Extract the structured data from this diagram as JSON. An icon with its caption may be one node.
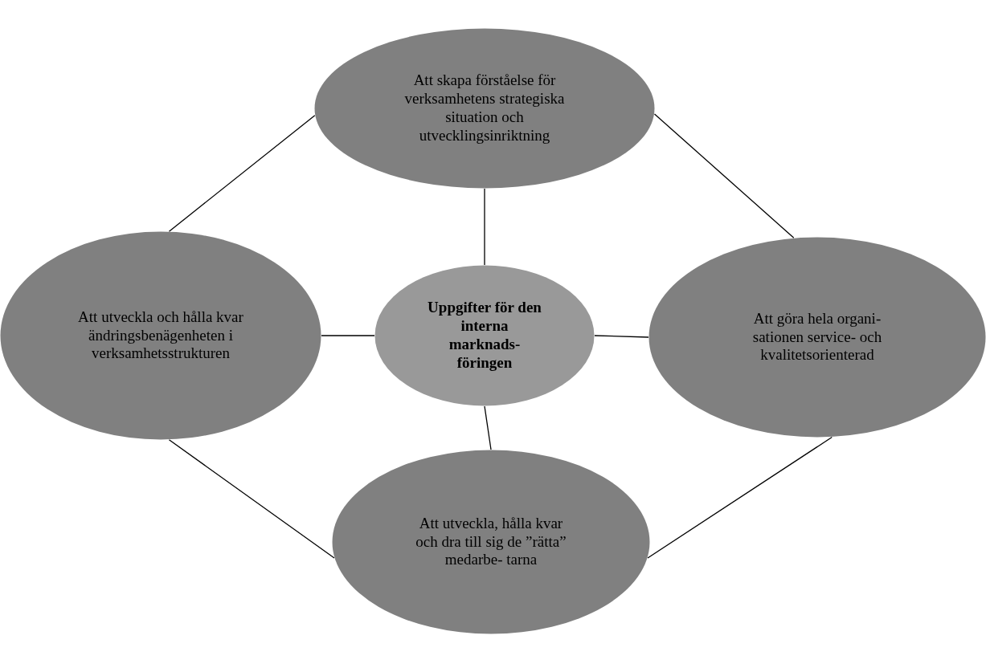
{
  "diagram": {
    "nodes": [
      {
        "text": [
          "Att skapa förståelse för verksamhetens strategiska situation och utvecklingsinriktning"
        ]
      },
      {
        "text": [
          "Att utveckla och hålla kvar ändringsbenägenheten i verksamhetsstrukturen"
        ]
      },
      {
        "text": [
          "Uppgifter för den interna marknads- föringen"
        ]
      },
      {
        "text": [
          "Att göra hela organi- sationen service- och kvalitetsorienterad"
        ]
      },
      {
        "text": [
          "Att utveckla, hålla kvar och dra till sig de ”rätta” medarbe- tarna"
        ]
      }
    ],
    "edges": [
      {
        "from": 2,
        "to": 0,
        "arrow": "none"
      },
      {
        "from": 2,
        "to": 1,
        "arrow": "none"
      },
      {
        "from": 2,
        "to": 3,
        "arrow": "none"
      },
      {
        "from": 2,
        "to": 4,
        "arrow": "none"
      },
      {
        "from": 0,
        "to": 1,
        "arrow": "none"
      },
      {
        "from": 0,
        "to": 3,
        "arrow": "none"
      },
      {
        "from": 1,
        "to": 4,
        "arrow": "none"
      },
      {
        "from": 3,
        "to": 4,
        "arrow": "none"
      }
    ]
  }
}
